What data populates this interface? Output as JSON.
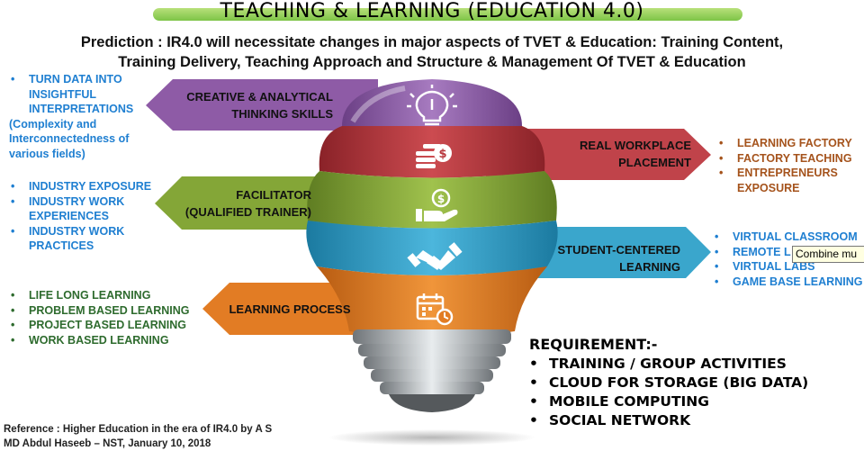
{
  "title": "TEACHING & LEARNING (EDUCATION 4.0)",
  "prediction": [
    "Prediction : IR4.0 will necessitate changes in major aspects of TVET & Education: Training Content,",
    "Training Delivery, Teaching Approach and Structure & Management Of TVET & Education"
  ],
  "left_lists": {
    "creative": {
      "items": [
        "TURN DATA INTO INSIGHTFUL INTERPRETATIONS"
      ],
      "note": [
        "(Complexity and",
        "Interconnectedness of",
        "various fields)"
      ]
    },
    "facilitator": [
      "INDUSTRY EXPOSURE",
      "INDUSTRY WORK EXPERIENCES",
      "INDUSTRY WORK PRACTICES"
    ],
    "learning_process": [
      "LIFE LONG LEARNING",
      "PROBLEM BASED LEARNING",
      "PROJECT BASED LEARNING",
      "WORK BASED LEARNING"
    ]
  },
  "banners": {
    "creative": [
      "CREATIVE & ANALYTICAL",
      "THINKING SKILLS"
    ],
    "workplace": [
      "REAL WORKPLACE",
      "PLACEMENT"
    ],
    "facilitator": [
      "FACILITATOR",
      "(QUALIFIED TRAINER)"
    ],
    "student": [
      "STUDENT-CENTERED",
      "LEARNING"
    ],
    "learning": [
      "LEARNING PROCESS"
    ]
  },
  "right_lists": {
    "workplace": [
      "LEARNING FACTORY",
      "FACTORY TEACHING",
      "ENTREPRENEURS EXPOSURE"
    ],
    "student": [
      "VIRTUAL CLASSROOM",
      "REMOTE L",
      "VIRTUAL LABS",
      "GAME BASE LEARNING"
    ]
  },
  "tooltip": "Combine mu",
  "requirement": {
    "heading": "REQUIREMENT:-",
    "items": [
      "TRAINING / GROUP ACTIVITIES",
      "CLOUD FOR STORAGE (BIG DATA)",
      "MOBILE COMPUTING",
      "SOCIAL NETWORK"
    ]
  },
  "reference": [
    "Reference : Higher Education in the era of IR4.0 by A S",
    "MD Abdul Haseeb – NST, January 10, 2018"
  ],
  "colors": {
    "purple": "#8e5ba6",
    "red": "#b8373d",
    "green": "#84a637",
    "teal": "#2f9ec4",
    "orange": "#e27c24",
    "blue_text": "#1f7fd1",
    "green_text": "#2e6b2e",
    "brown_text": "#a5531c",
    "title_bar": "#7dc447"
  },
  "icons": [
    "lightbulb-icon",
    "coin-stack-icon",
    "hand-money-icon",
    "handshake-icon",
    "calendar-clock-icon"
  ]
}
